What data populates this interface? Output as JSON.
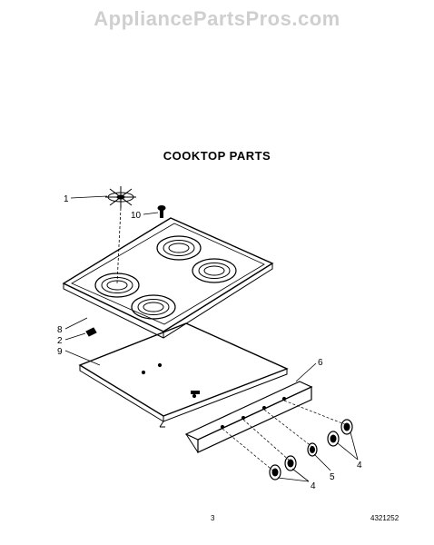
{
  "watermark": "AppliancePartsPros.com",
  "title": "COOKTOP PARTS",
  "callouts": {
    "c1": "1",
    "c10": "10",
    "c8": "8",
    "c2": "2",
    "c9": "9",
    "c6": "6",
    "c4a": "4",
    "c5": "5",
    "c4b": "4"
  },
  "footer": {
    "page_number": "3",
    "part_code": "4321252"
  }
}
